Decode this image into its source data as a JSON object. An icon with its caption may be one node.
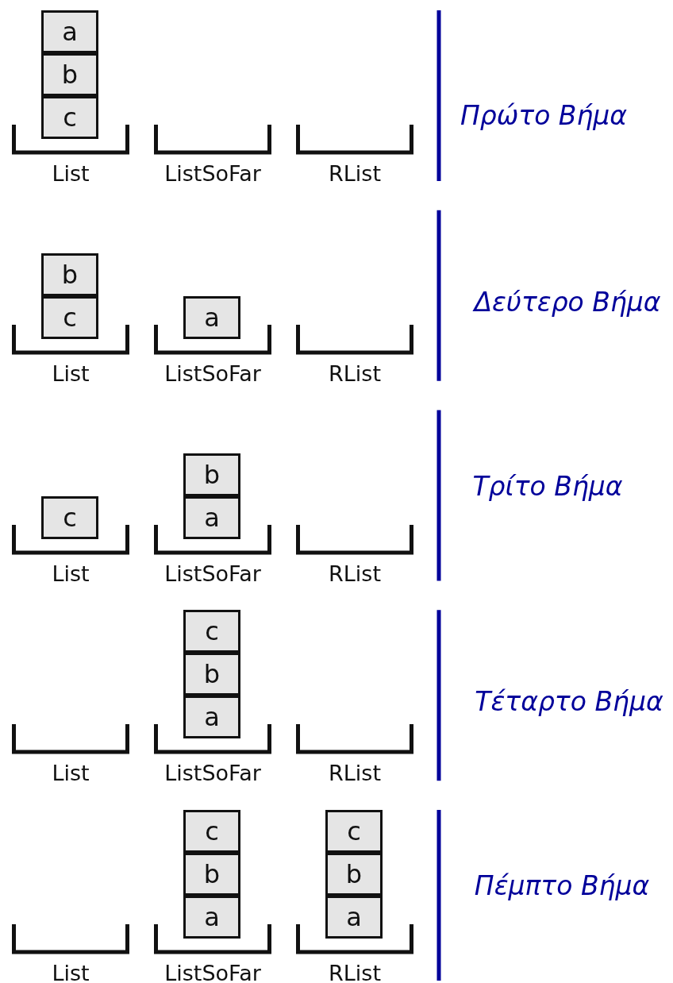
{
  "diagram": {
    "nodes": [
      {
        "text": [
          "List"
        ]
      },
      {
        "text": [
          "a"
        ],
        "in": 0
      },
      {
        "text": [
          "b"
        ],
        "in": 0
      },
      {
        "text": [
          "c"
        ],
        "in": 0
      },
      {
        "text": [
          "ListSoFar"
        ]
      },
      {
        "text": [
          "RList"
        ]
      },
      {
        "text": [
          "List"
        ]
      },
      {
        "text": [
          "b"
        ],
        "in": 6
      },
      {
        "text": [
          "c"
        ],
        "in": 6
      },
      {
        "text": [
          "ListSoFar"
        ]
      },
      {
        "text": [
          "a"
        ],
        "in": 9
      },
      {
        "text": [
          "RList"
        ]
      },
      {
        "text": [
          "List"
        ]
      },
      {
        "text": [
          "c"
        ],
        "in": 12
      },
      {
        "text": [
          "ListSoFar"
        ]
      },
      {
        "text": [
          "b"
        ],
        "in": 14
      },
      {
        "text": [
          "a"
        ],
        "in": 14
      },
      {
        "text": [
          "RList"
        ]
      },
      {
        "text": [
          "List"
        ]
      },
      {
        "text": [
          "ListSoFar"
        ]
      },
      {
        "text": [
          "c"
        ],
        "in": 19
      },
      {
        "text": [
          "b"
        ],
        "in": 19
      },
      {
        "text": [
          "a"
        ],
        "in": 19
      },
      {
        "text": [
          "RList"
        ]
      },
      {
        "text": [
          "List"
        ]
      },
      {
        "text": [
          "ListSoFar"
        ]
      },
      {
        "text": [
          "c"
        ],
        "in": 25
      },
      {
        "text": [
          "b"
        ],
        "in": 25
      },
      {
        "text": [
          "a"
        ],
        "in": 25
      },
      {
        "text": [
          "RList"
        ]
      },
      {
        "text": [
          "c"
        ],
        "in": 29
      },
      {
        "text": [
          "b"
        ],
        "in": 29
      },
      {
        "text": [
          "a"
        ],
        "in": 29
      }
    ],
    "labels": [
      "Πρώτο Βήμα",
      "Δεύτερο Βήμα",
      "Τρίτο Βήμα",
      "Τέταρτο Βήμα",
      "Πέμπτο Βήμα"
    ]
  }
}
